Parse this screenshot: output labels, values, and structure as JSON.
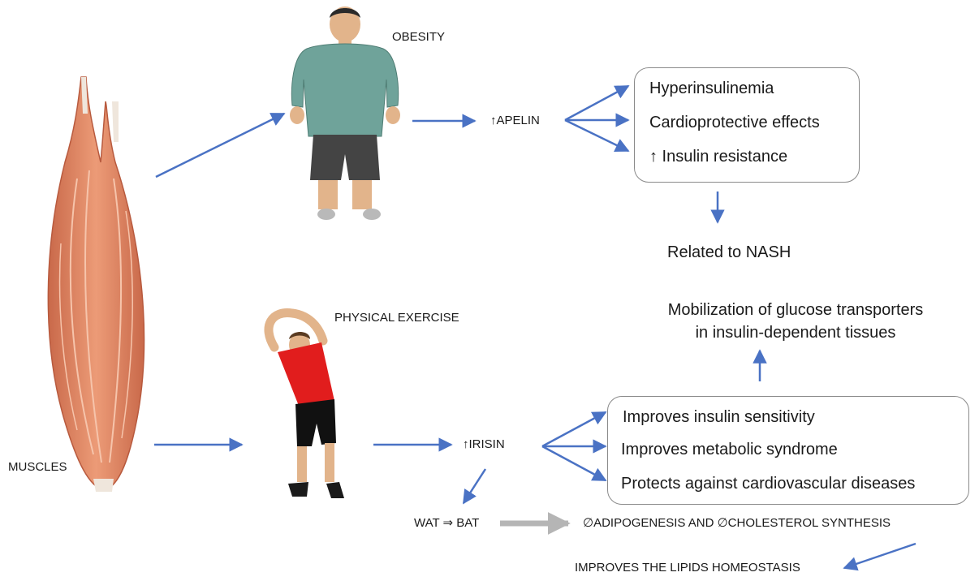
{
  "labels": {
    "obesity": "OBESITY",
    "physical_exercise": "PHYSICAL EXERCISE",
    "muscles": "MUSCLES",
    "apelin": "↑APELIN",
    "irisin": "↑IRISIN",
    "related_nash": "Related to NASH",
    "mobilization_line1": "Mobilization of glucose transporters",
    "mobilization_line2": "in insulin-dependent tissues",
    "wat_bat": "WAT ⇒ BAT",
    "adipogenesis": "∅ADIPOGENESIS AND ∅CHOLESTEROL SYNTHESIS",
    "lipids": "IMPROVES THE LIPIDS HOMEOSTASIS"
  },
  "apelin_box": {
    "items": [
      "Hyperinsulinemia",
      "Cardioprotective effects",
      "↑ Insulin resistance"
    ]
  },
  "irisin_box": {
    "items": [
      "Improves insulin sensitivity",
      "Improves metabolic syndrome",
      "Protects against cardiovascular diseases"
    ]
  },
  "colors": {
    "arrow": "#4a72c4",
    "muscle": "#e08a63",
    "shirt_obese": "#6fa39a",
    "shirt_exercise": "#e11d1d"
  }
}
